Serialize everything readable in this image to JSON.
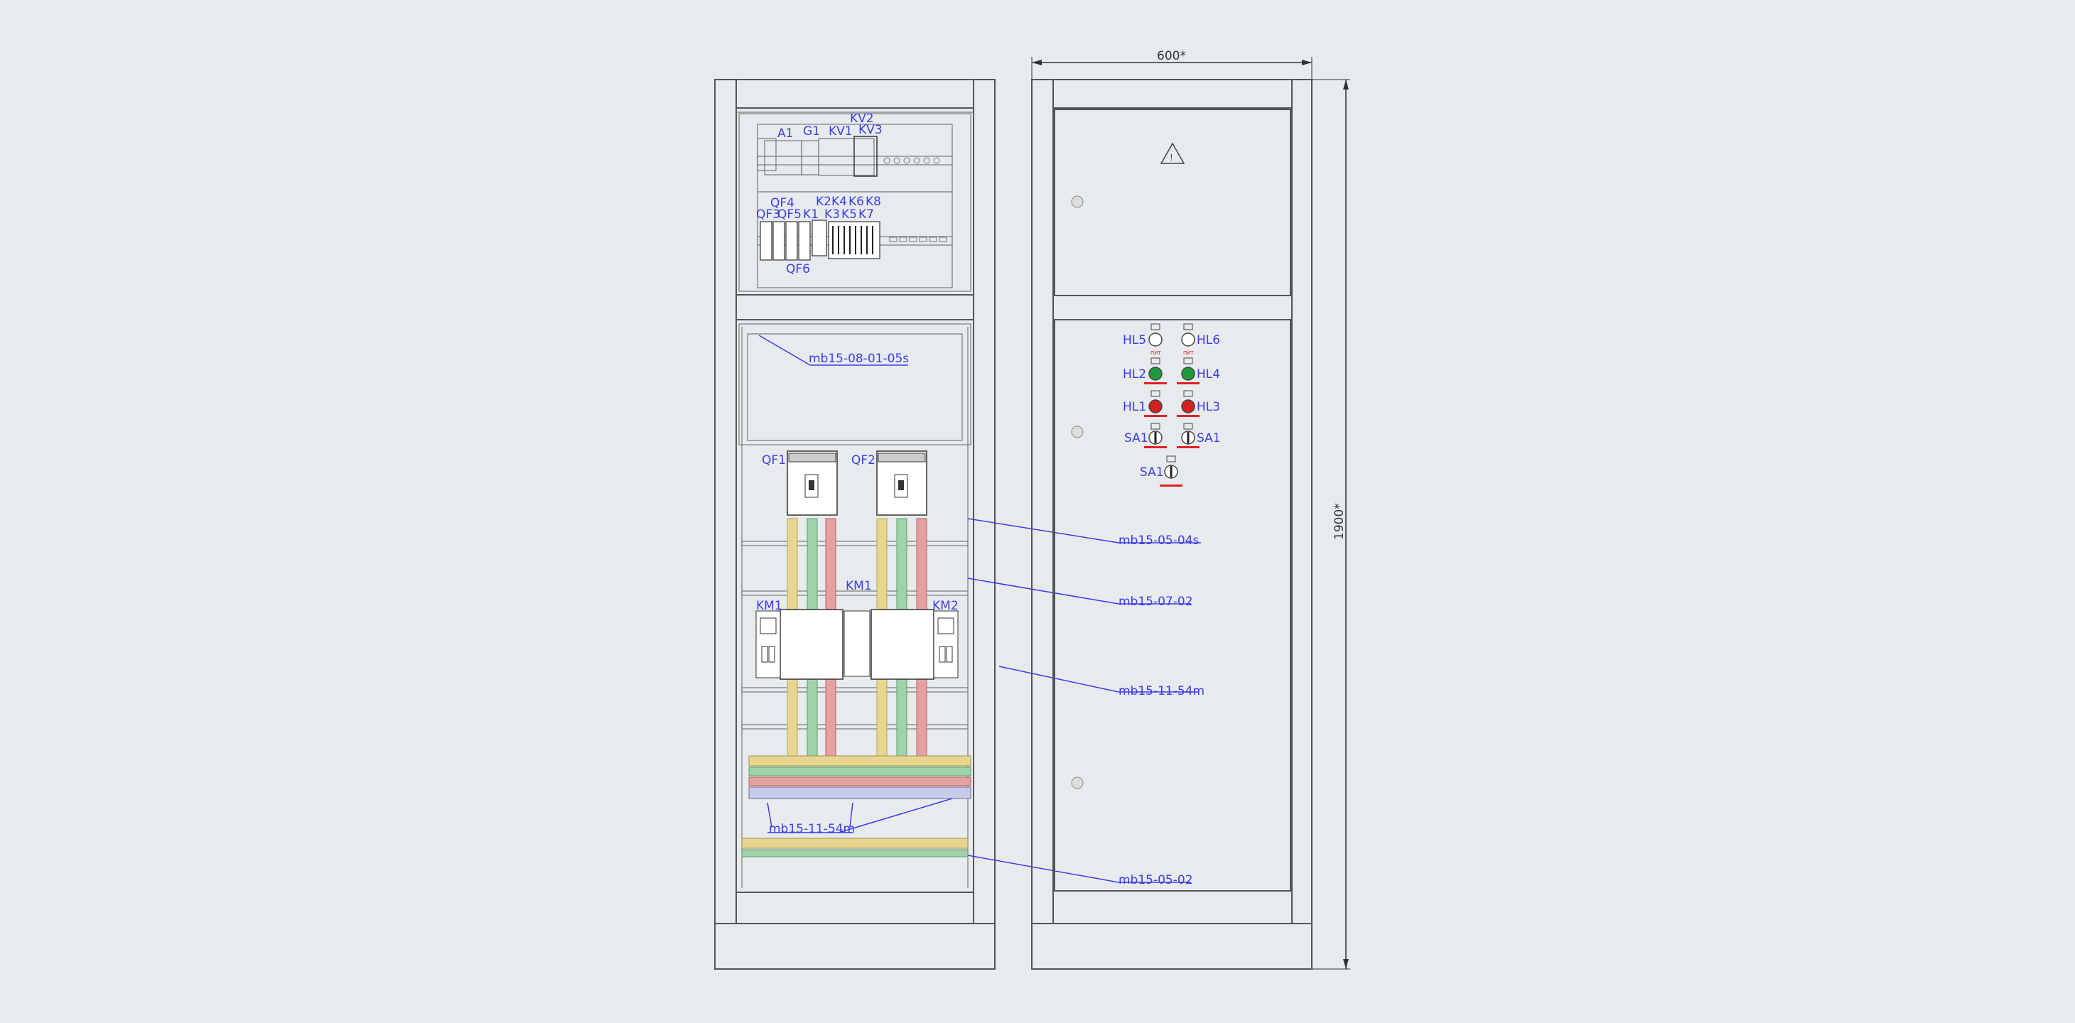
{
  "colors": {
    "background": "#e7ebee",
    "label": "#3d3de8",
    "indicator_green": "#1f9a3a",
    "indicator_red": "#d42020",
    "phase_yellow": "#e6d690",
    "phase_green": "#9fd2a8",
    "phase_red": "#e7a0a0"
  },
  "left_view": {
    "top_labels": {
      "a1": "A1",
      "g1": "G1",
      "kv1": "KV1",
      "kv2": "KV2",
      "kv3": "KV3",
      "qf4": "QF4",
      "qf3": "QF3",
      "qf5": "QF5",
      "k1": "K1",
      "k2": "K2",
      "k4": "K4",
      "k6": "K6",
      "k8": "K8",
      "k3": "K3",
      "k5": "K5",
      "k7": "K7",
      "qf6": "QF6"
    },
    "breakers": {
      "qf1": "QF1",
      "qf2": "QF2"
    },
    "contactors": {
      "km1_left": "KM1",
      "km1_top": "KM1",
      "km2": "KM2"
    },
    "callouts": {
      "panel_top": "mb15-08-01-05s",
      "rail_upper": "mb15-05-04s",
      "rail_mid": "mb15-07-02",
      "side": "mb15-11-54m",
      "busbar": "mb15-11-54m",
      "bottom": "mb15-05-02"
    }
  },
  "right_view": {
    "dimensions": {
      "width": "600*",
      "height": "1900*"
    },
    "door_symbol": "warning-triangle",
    "indicators": {
      "hl5": "HL5",
      "hl6": "HL6",
      "hl2": "HL2",
      "hl4": "HL4",
      "hl1": "HL1",
      "hl3": "HL3",
      "sa1_left": "SA1",
      "sa1_right": "SA1",
      "sa1_bottom": "SA1"
    }
  }
}
